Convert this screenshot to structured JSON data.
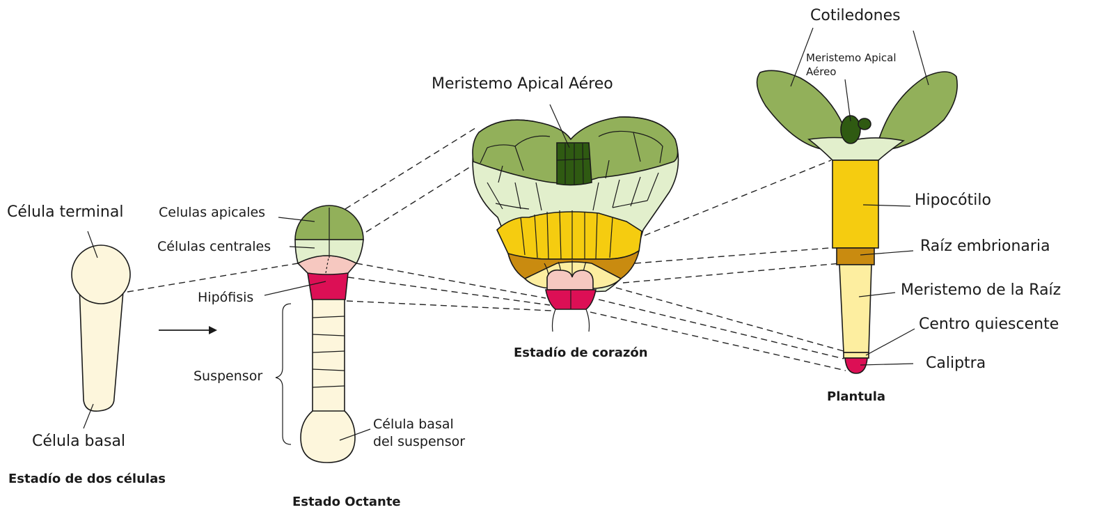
{
  "colors": {
    "cream": "#fdf6dc",
    "green_mid": "#92b05a",
    "green_light": "#e2efcc",
    "green_dark": "#2f5a12",
    "yellow": "#f5cc10",
    "ochre": "#c98b10",
    "pale_yellow": "#fdeea0",
    "pink_light": "#f6c8c0",
    "magenta": "#dc0f55"
  },
  "stages": {
    "two_cell": {
      "title": "Estadío de dos células",
      "terminal_label": "Célula terminal",
      "basal_label": "Célula basal"
    },
    "octant": {
      "title": "Estado Octante",
      "apical_label": "Celulas apicales",
      "central_label": "Células centrales",
      "hypophysis_label": "Hipófisis",
      "suspensor_label": "Suspensor",
      "basal_suspensor_label_1": "Célula basal",
      "basal_suspensor_label_2": "del suspensor"
    },
    "heart": {
      "title": "Estadío de corazón",
      "sam_label": "Meristemo Apical Aéreo"
    },
    "seedling": {
      "title": "Plantula",
      "cotyledons_label": "Cotiledones",
      "sam_label_1": "Meristemo Apical",
      "sam_label_2": "Aéreo",
      "hypocotyl_label": "Hipocótilo",
      "embryonic_root_label": "Raíz embrionaria",
      "root_meristem_label": "Meristemo de la Raíz",
      "quiescent_center_label": "Centro quiescente",
      "root_cap_label": "Caliptra"
    }
  }
}
